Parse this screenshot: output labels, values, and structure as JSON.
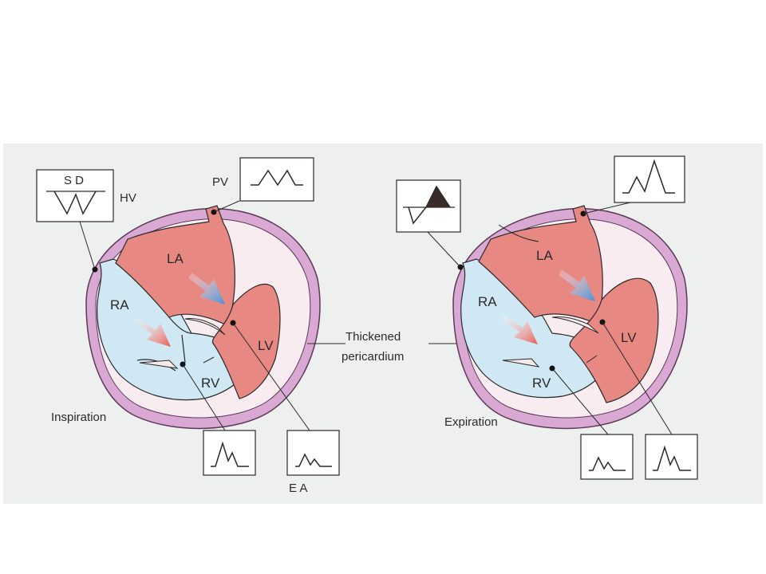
{
  "colors": {
    "panel": "#eef0ef",
    "pericardium": "#d9a9d4",
    "pericardium_stroke": "#5a3a57",
    "left_heart": "#e88882",
    "right_heart": "#cfe8f3",
    "septum_gap": "#f7eaea",
    "line": "#2a2a2a",
    "box_fill": "#ffffff"
  },
  "left_heart": {
    "caption": "Inspiration",
    "chamber_LA": "LA",
    "chamber_LV": "LV",
    "chamber_RA": "RA",
    "chamber_RV": "RV",
    "hv_waveform_label": "S D",
    "hv_vessel_label": "HV",
    "pv_vessel_label": "PV",
    "mitral_waveform_label": "E A",
    "blue_arrow_icon": "blue-flow-arrow-icon",
    "red_arrow_icon": "red-flow-arrow-icon"
  },
  "right_heart": {
    "caption": "Expiration",
    "chamber_LA": "LA",
    "chamber_LV": "LV",
    "chamber_RA": "RA",
    "chamber_RV": "RV"
  },
  "center": {
    "pericardium_label_line1": "Thickened",
    "pericardium_label_line2": "pericardium"
  }
}
